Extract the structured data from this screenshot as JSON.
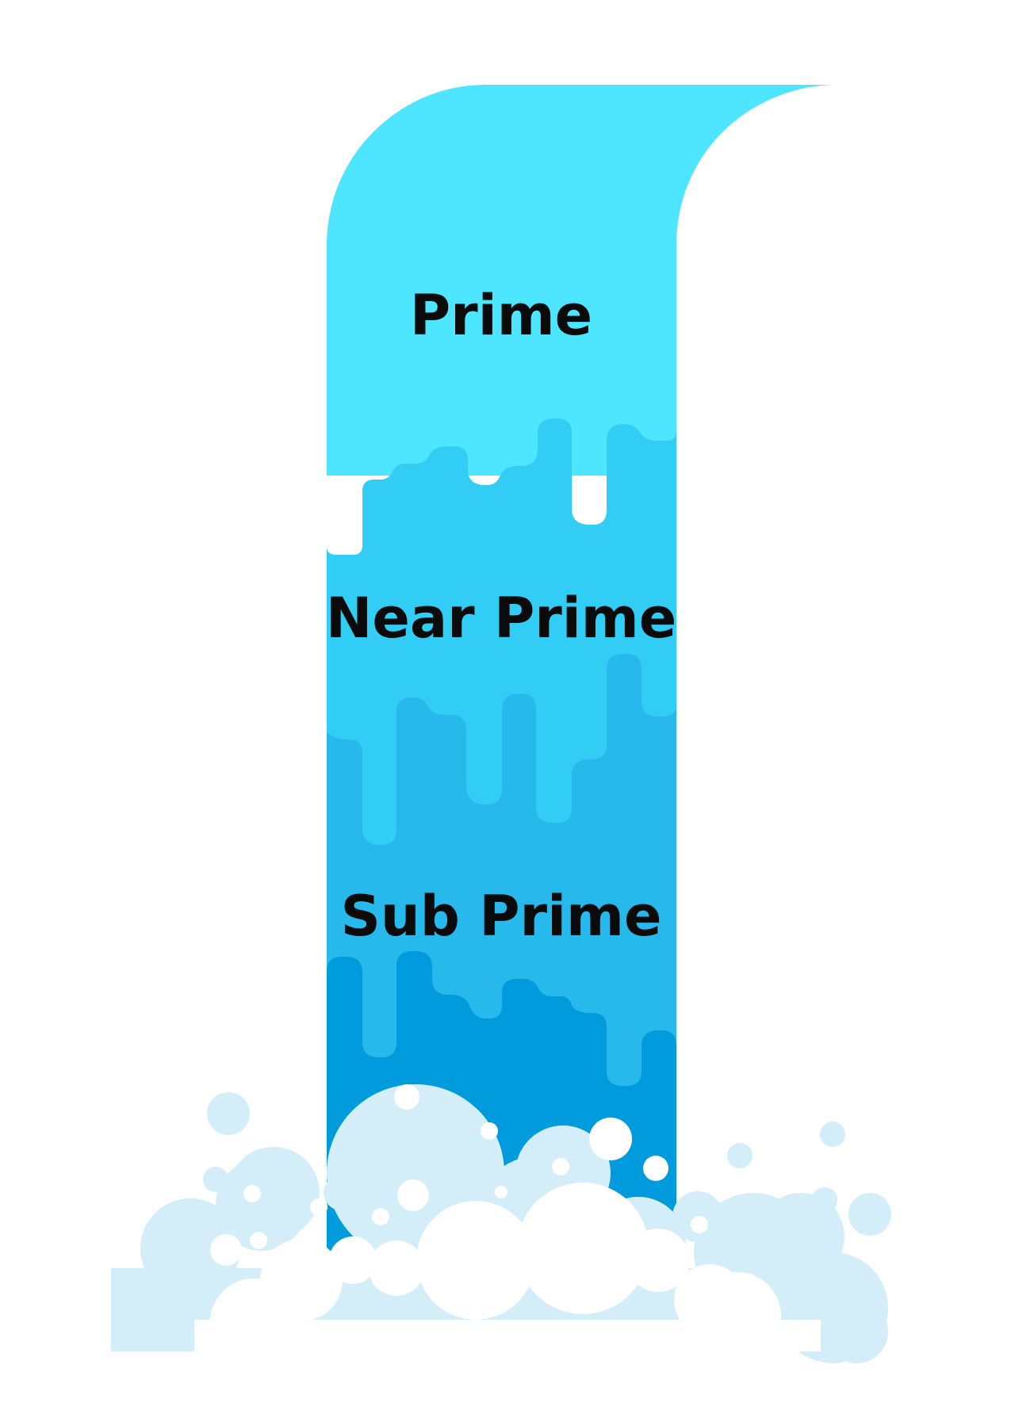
{
  "diagram": {
    "tiers": [
      {
        "label": "Prime",
        "color": "#4de5ff"
      },
      {
        "label": "Near Prime",
        "color": "#32cdf4"
      },
      {
        "label": "Sub Prime",
        "color": "#28b9ec"
      }
    ],
    "base_color": "#009bdc",
    "foam_color": "#d3eef9",
    "foam_highlight": "#ffffff"
  }
}
